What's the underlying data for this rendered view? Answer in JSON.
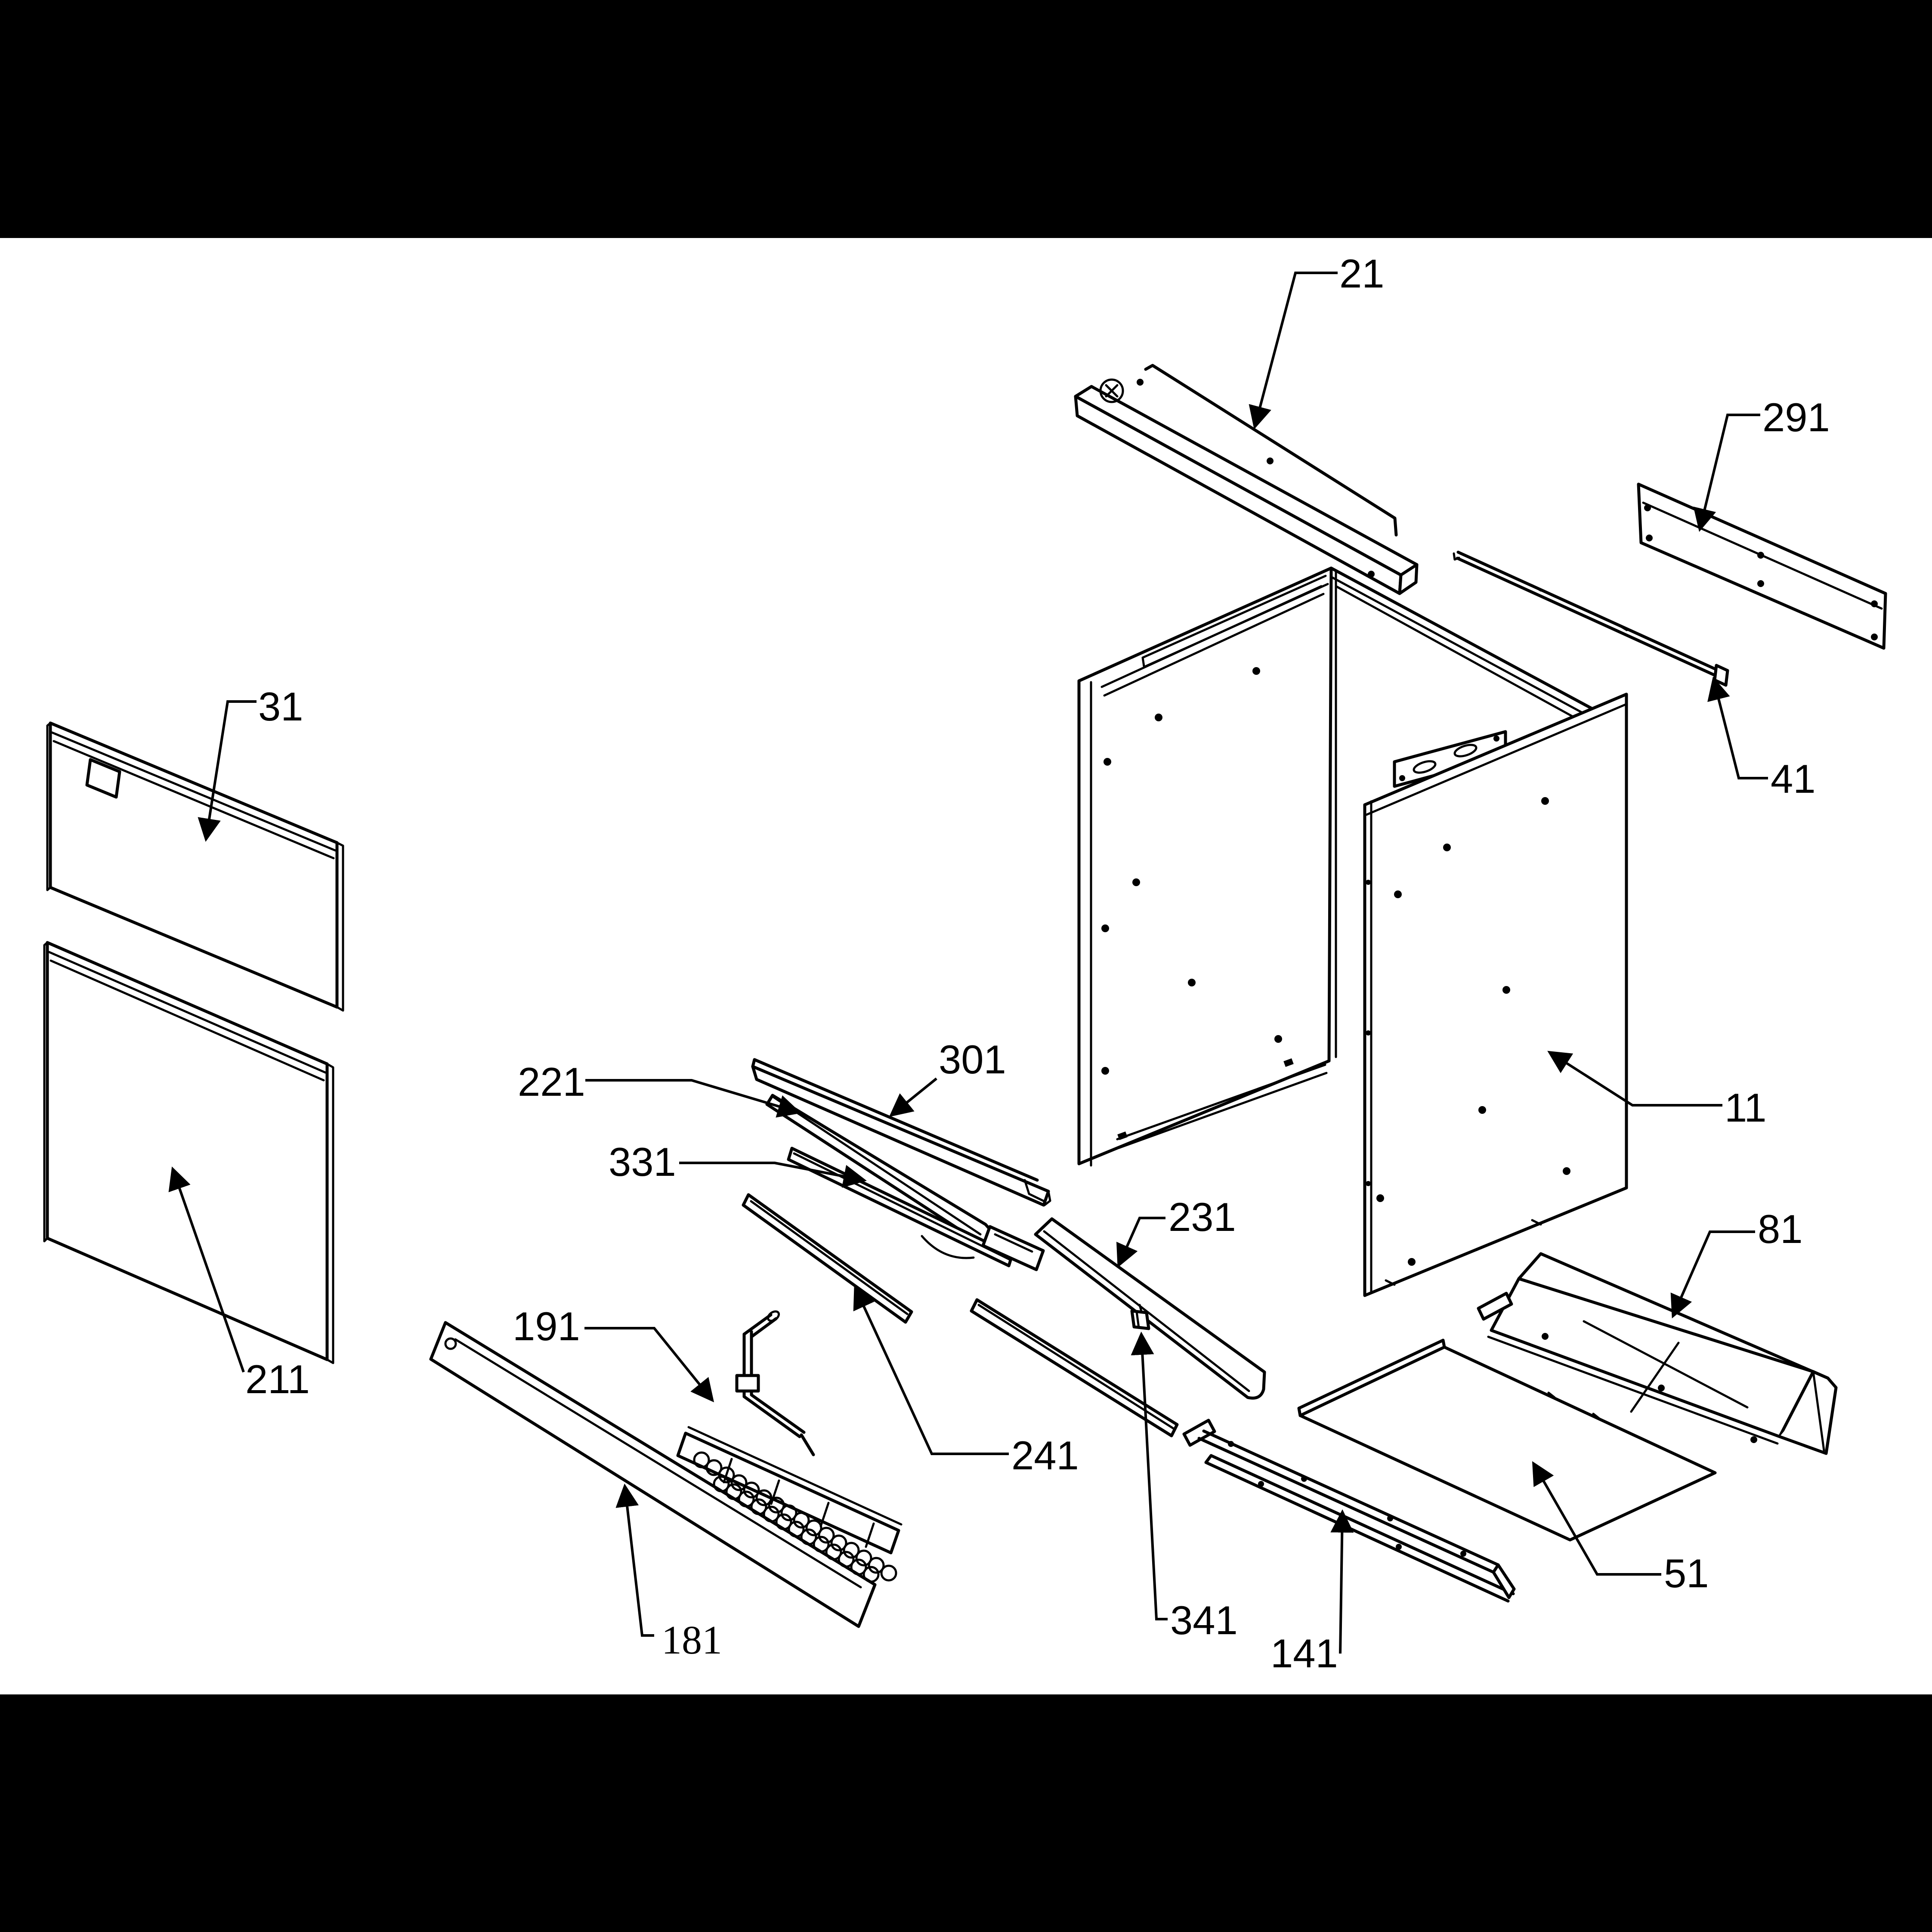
{
  "figure": {
    "type": "exploded-parts-diagram",
    "colors": {
      "line": "#000000",
      "background": "#ffffff",
      "letterbox": "#000000"
    }
  },
  "labels": [
    {
      "id": "21",
      "text": "21"
    },
    {
      "id": "291",
      "text": "291"
    },
    {
      "id": "41",
      "text": "41"
    },
    {
      "id": "31",
      "text": "31"
    },
    {
      "id": "211",
      "text": "211"
    },
    {
      "id": "221",
      "text": "221"
    },
    {
      "id": "301",
      "text": "301"
    },
    {
      "id": "331",
      "text": "331"
    },
    {
      "id": "231",
      "text": "231"
    },
    {
      "id": "241",
      "text": "241"
    },
    {
      "id": "341",
      "text": "341"
    },
    {
      "id": "141",
      "text": "141"
    },
    {
      "id": "51",
      "text": "51"
    },
    {
      "id": "81",
      "text": "81"
    },
    {
      "id": "11",
      "text": "11"
    },
    {
      "id": "191",
      "text": "191"
    },
    {
      "id": "181",
      "text": "181"
    }
  ]
}
